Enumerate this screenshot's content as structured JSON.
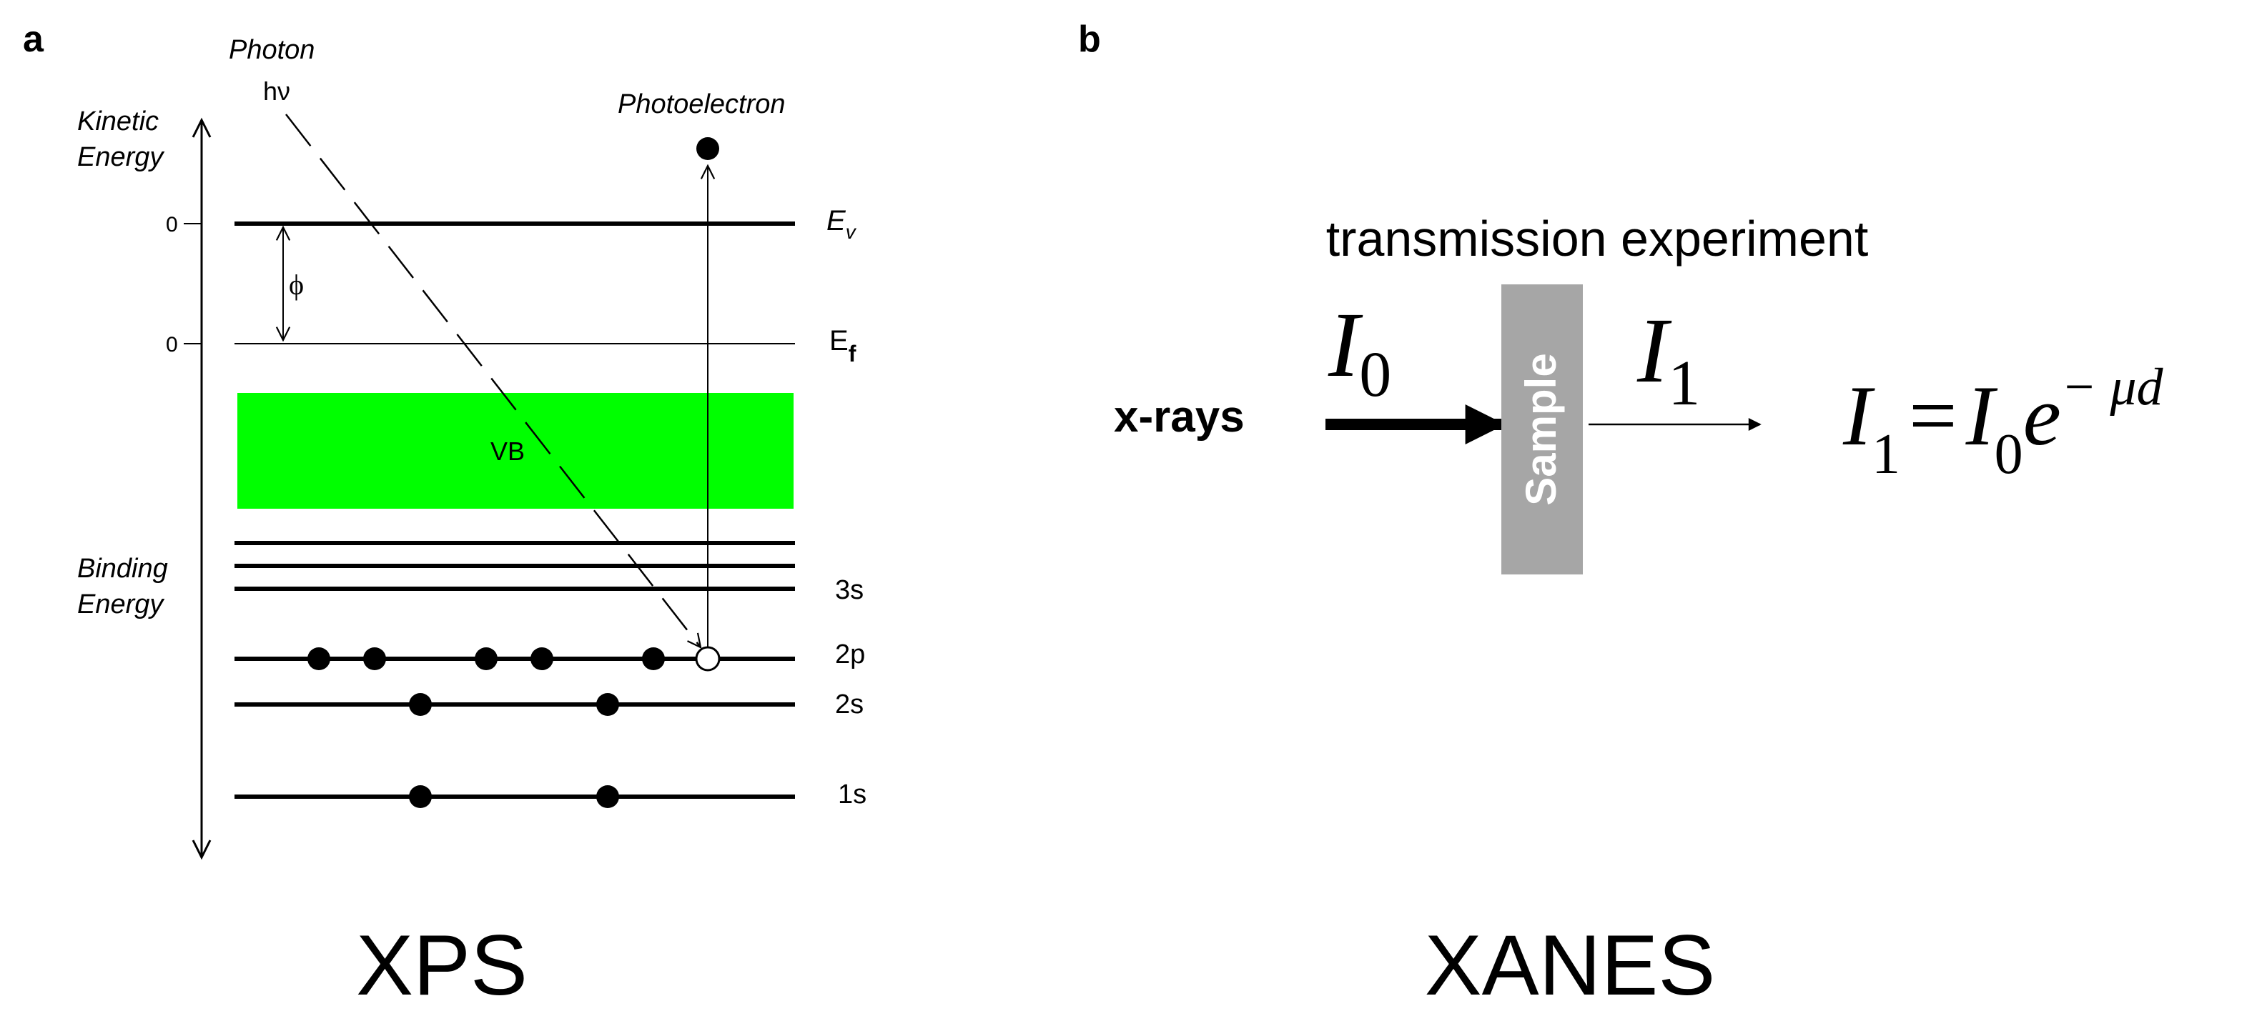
{
  "panel_a": {
    "label": "a",
    "caption": "XPS",
    "photon_label": "Photon",
    "photon_symbol": "hν",
    "photoelectron_label": "Photoelectron",
    "kinetic_energy_label": [
      "Kinetic",
      "Energy"
    ],
    "binding_energy_label": [
      "Binding",
      "Energy"
    ],
    "zero_vacuum": "0",
    "zero_fermi": "0",
    "vacuum_level": {
      "base": "E",
      "sub": "v"
    },
    "fermi_level": {
      "base": "E",
      "sub": "f"
    },
    "work_function": "ϕ",
    "valence_band": "VB",
    "valence_band_color": "#00ff00",
    "levels": [
      {
        "label": "3s"
      },
      {
        "label": "2p",
        "electrons": 5,
        "holes": 1
      },
      {
        "label": "2s",
        "electrons": 2
      },
      {
        "label": "1s",
        "electrons": 2
      }
    ]
  },
  "panel_b": {
    "label": "b",
    "caption": "XANES",
    "title": "transmission experiment",
    "xrays_label": "x-rays",
    "sample_label": "Sample",
    "sample_color": "#a6a6a6",
    "i0": {
      "base": "I",
      "sub": "0"
    },
    "i1": {
      "base": "I",
      "sub": "1"
    },
    "equation": {
      "lhs_base": "I",
      "lhs_sub": "1",
      "eq": "=",
      "rhs_base": "I",
      "rhs_sub": "0",
      "exp_base": "e",
      "exponent": "− μd"
    }
  }
}
